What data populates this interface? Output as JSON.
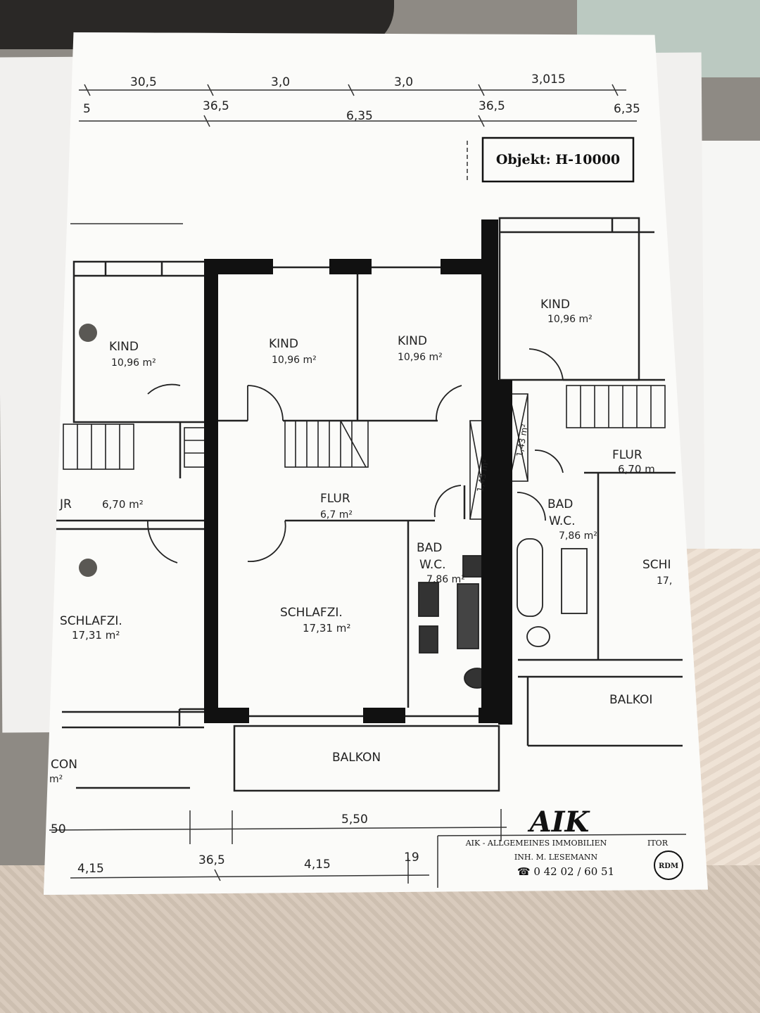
{
  "object_label": "Objekt: H-10000",
  "dimensions": {
    "top_row1": [
      "30,5",
      "3,0",
      "3,0",
      "3,015"
    ],
    "top_row2": [
      "5",
      "36,5",
      "6,35",
      "36,5",
      "6,35"
    ],
    "bottom_row1": [
      "50",
      "5,50"
    ],
    "bottom_row2": [
      "4,15",
      "36,5",
      "4,15",
      "19"
    ]
  },
  "rooms": {
    "kind_left": {
      "name": "KIND",
      "area": "10,96 m²"
    },
    "kind_mid1": {
      "name": "KIND",
      "area": "10,96 m²"
    },
    "kind_mid2": {
      "name": "KIND",
      "area": "10,96 m²"
    },
    "kind_right": {
      "name": "KIND",
      "area": "10,96 m²"
    },
    "flur_left": {
      "name": "JR",
      "area": "6,70 m²"
    },
    "flur_mid": {
      "name": "FLUR",
      "area": "6,7 m²"
    },
    "flur_right": {
      "name": "FLUR",
      "area": "6,70 m"
    },
    "bad_mid": {
      "name": "BAD",
      "name2": "W.C.",
      "area": "7,86 m²"
    },
    "bad_right": {
      "name": "BAD",
      "name2": "W.C.",
      "area": "7,86 m²"
    },
    "schlafzi_left": {
      "name": "SCHLAFZI.",
      "area": "17,31 m²"
    },
    "schlafzi_mid": {
      "name": "SCHLAFZI.",
      "area": "17,31 m²"
    },
    "schlafzi_right": {
      "name": "SCHI",
      "area": "17,"
    },
    "balkon_mid": {
      "name": "BALKON"
    },
    "balkon_right": {
      "name": "BALKOI"
    },
    "balkon_left": {
      "name": "CON",
      "area": "m²"
    },
    "shaft_mid": {
      "area": "1,43 m²"
    },
    "shaft_right": {
      "area": "1,43 m²"
    }
  },
  "agency": {
    "logo": "AIK",
    "name": "AIK - ALLGEMEINES IMMOBILIEN",
    "name_suffix": "ITOR",
    "owner": "INH. M. LESEMANN",
    "phone": "☎ 0 42 02 / 60 51",
    "badge": "RDM"
  }
}
